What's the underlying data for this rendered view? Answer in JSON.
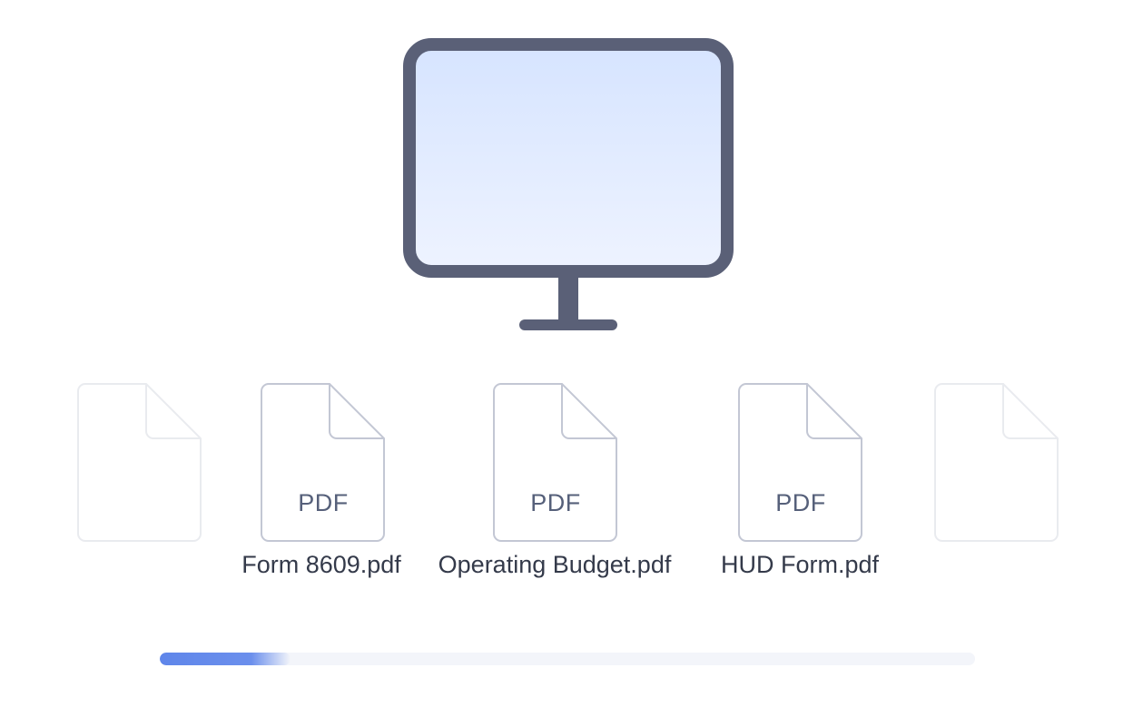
{
  "monitor": {
    "icon": "monitor-icon"
  },
  "files": [
    {
      "type": "",
      "name": "",
      "ghost": true
    },
    {
      "type": "PDF",
      "name": "Form 8609.pdf",
      "ghost": false
    },
    {
      "type": "PDF",
      "name": "Operating Budget.pdf",
      "ghost": false
    },
    {
      "type": "PDF",
      "name": "HUD Form.pdf",
      "ghost": false
    },
    {
      "type": "",
      "name": "",
      "ghost": true
    }
  ],
  "progress": {
    "fraction": 0.16,
    "fill_color": "#5f86ea"
  },
  "colors": {
    "monitor_frame": "#5a6077",
    "monitor_screen_top": "#d6e4ff",
    "monitor_screen_bottom": "#eef3ff",
    "file_stroke": "#c3c7d4",
    "label_text": "#343a4a"
  }
}
